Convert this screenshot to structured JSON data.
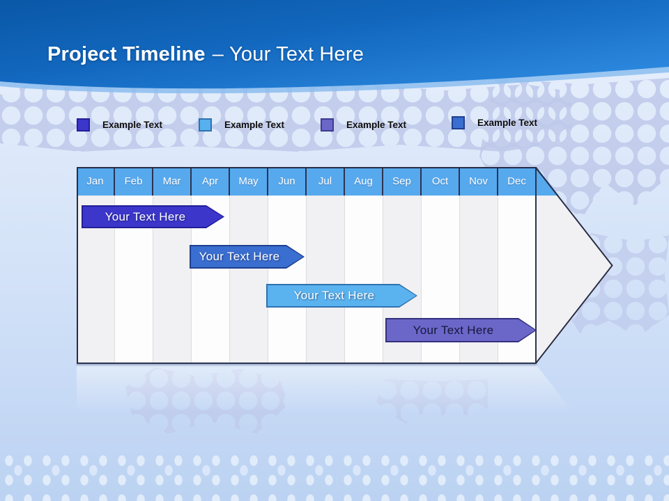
{
  "slide": {
    "title": {
      "bold": "Project Timeline",
      "separator": "–",
      "rest": "Your Text Here"
    }
  },
  "legend": {
    "items": [
      {
        "label": "Example Text",
        "color": "#3c36cb",
        "border_color": "#221f96"
      },
      {
        "label": "Example Text",
        "color": "#58b0ee",
        "border_color": "#2f72b0"
      },
      {
        "label": "Example Text",
        "color": "#6b67c9",
        "border_color": "#3d3a8e"
      },
      {
        "label": "Example Text",
        "color": "#3a6ed0",
        "border_color": "#1f3f8e"
      }
    ]
  },
  "chart_data": {
    "type": "bar",
    "subtype": "gantt_timeline",
    "title": "Project Timeline",
    "categories": [
      "Jan",
      "Feb",
      "Mar",
      "Apr",
      "May",
      "Jun",
      "Jul",
      "Aug",
      "Sep",
      "Oct",
      "Nov",
      "Dec"
    ],
    "x_axis": "months",
    "grid": "alternating vertical column stripes",
    "legend_position": "top",
    "bars": [
      {
        "label": "Your Text Here",
        "row": 1,
        "start": 0.13,
        "end": 3.85,
        "start_month": "Jan",
        "end_month": "mid-Apr",
        "color": "#3c36cb",
        "border_color": "#221f96",
        "text_color": "#ffffff"
      },
      {
        "label": "Your Text Here",
        "row": 2,
        "start": 2.95,
        "end": 5.95,
        "start_month": "Apr",
        "end_month": "Jun",
        "color": "#3a6ed0",
        "border_color": "#1f3f8e",
        "text_color": "#ffffff"
      },
      {
        "label": "Your Text Here",
        "row": 3,
        "start": 4.95,
        "end": 8.9,
        "start_month": "May",
        "end_month": "Sep",
        "color": "#5ab3ef",
        "border_color": "#2f72b0",
        "text_color": "#ffffff"
      },
      {
        "label": "Your Text Here",
        "row": 4,
        "start": 8.05,
        "end": 12.0,
        "start_month": "Sep",
        "end_month": "Dec",
        "color": "#6b67c9",
        "border_color": "#33307e",
        "text_color": "#16163a"
      }
    ]
  },
  "colors": {
    "header_gradient_start": "#0a57a7",
    "header_gradient_end": "#2f8ce2",
    "month_header": "#57a9ee",
    "month_separator": "#2d3350",
    "column_shade": "#f1f0f2",
    "column_plain": "#fdfdfe",
    "map_pattern": "#bec8ea"
  }
}
